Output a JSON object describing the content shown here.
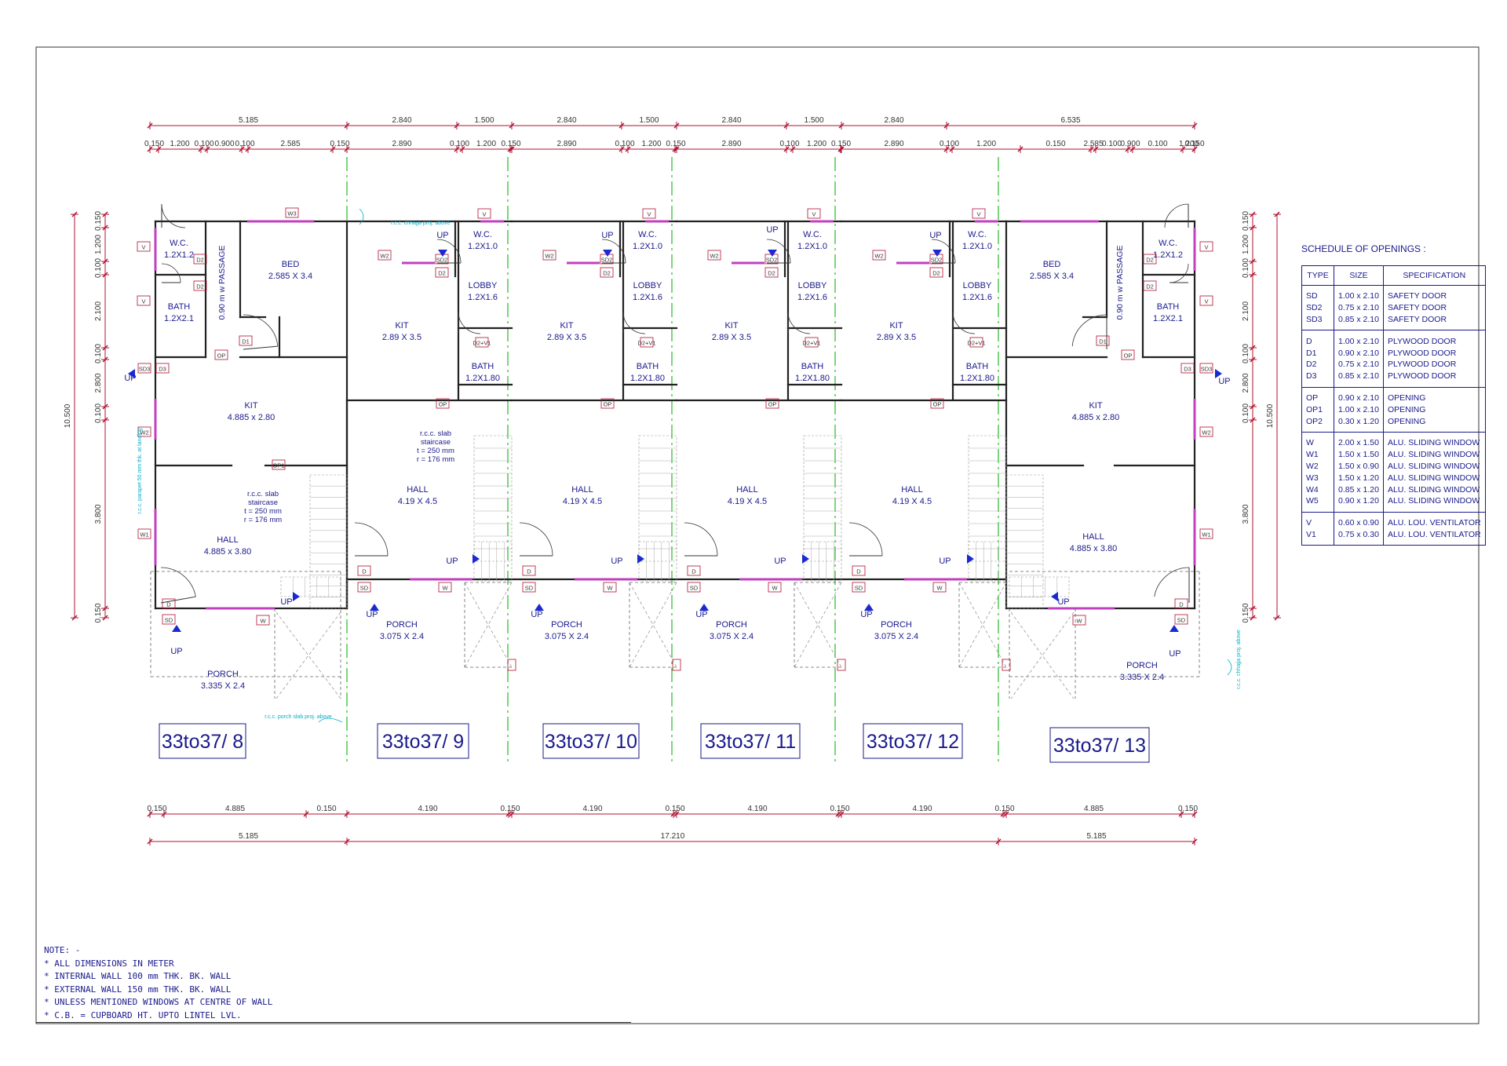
{
  "frame": {
    "color": "#333333"
  },
  "colors": {
    "dim": "#b01030",
    "wall": "#222222",
    "label": "#1a1a8c",
    "center": "#22bb22",
    "window": "#c040c0",
    "cyan": "#00b0c8"
  },
  "top_dims_row1": [
    "5.185",
    "2.840",
    "1.500",
    "2.840",
    "1.500",
    "2.840",
    "1.500",
    "2.840",
    "6.535"
  ],
  "top_dims_row2": [
    "0.150",
    "1.200",
    "0.100",
    "0.900",
    "0.100",
    "2.585",
    "0.150",
    "2.890",
    "0.100",
    "1.200",
    "0.150",
    "2.890",
    "0.100",
    "1.200",
    "0.150",
    "2.890",
    "0.100",
    "1.200",
    "0.150",
    "2.890",
    "0.100",
    "1.200",
    "0.150",
    "2.585",
    "0.100",
    "0.900",
    "0.100",
    "1.200",
    "0.150"
  ],
  "bottom_dims_row1": [
    "0.150",
    "4.885",
    "0.150",
    "4.190",
    "0.150",
    "4.190",
    "0.150",
    "4.190",
    "0.150",
    "4.190",
    "0.150",
    "4.885",
    "0.150"
  ],
  "bottom_dims_row2": [
    "5.185",
    "17.210",
    "5.185"
  ],
  "side_dims": [
    "0.150",
    "1.200",
    "0.100",
    "2.100",
    "0.100",
    "2.800",
    "0.100",
    "3.800",
    "0.150"
  ],
  "side_total": "10.500",
  "units": [
    {
      "label": "33to37/ 8"
    },
    {
      "label": "33to37/ 9"
    },
    {
      "label": "33to37/ 10"
    },
    {
      "label": "33to37/ 11"
    },
    {
      "label": "33to37/ 12"
    },
    {
      "label": "33to37/ 13"
    }
  ],
  "end_rooms": {
    "wc": {
      "name": "W.C.",
      "size": "1.2X1.2"
    },
    "bath": {
      "name": "BATH",
      "size": "1.2X2.1"
    },
    "bed": {
      "name": "BED",
      "size": "2.585 X 3.4"
    },
    "passage": "0.90 m w PASSAGE",
    "kit": {
      "name": "KIT",
      "size": "4.885 x 2.80"
    },
    "hall": {
      "name": "HALL",
      "size": "4.885 x 3.80"
    },
    "porch": {
      "name": "PORCH",
      "size": "3.335 X 2.4"
    },
    "stair": [
      "r.c.c. slab",
      "staircase",
      "t = 250 mm",
      "r = 176 mm"
    ]
  },
  "mid_rooms": {
    "wc": {
      "name": "W.C.",
      "size": "1.2X1.0"
    },
    "lobby": {
      "name": "LOBBY",
      "size": "1.2X1.6"
    },
    "kit": {
      "name": "KIT",
      "size": "2.89 X 3.5"
    },
    "bath": {
      "name": "BATH",
      "size": "1.2X1.80"
    },
    "hall": {
      "name": "HALL",
      "size": "4.19 X 4.5"
    },
    "porch": {
      "name": "PORCH",
      "size": "3.075 X 2.4"
    },
    "stair": [
      "r.c.c. slab",
      "staircase",
      "t = 250 mm",
      "r = 176 mm"
    ]
  },
  "misc_labels": {
    "up": "UP",
    "chhajja": "r.c.c. chhajja proj. above",
    "porch_slab": "r.c.c. porch slab proj. above",
    "parapet": "r.c.c. parapet 50 mm thk. at landing"
  },
  "schedule": {
    "title": "SCHEDULE OF OPENINGS :",
    "headers": [
      "TYPE",
      "SIZE",
      "SPECIFICATION"
    ],
    "groups": [
      [
        [
          "SD",
          "1.00 x 2.10",
          "SAFETY DOOR"
        ],
        [
          "SD2",
          "0.75 x 2.10",
          "SAFETY DOOR"
        ],
        [
          "SD3",
          "0.85 x 2.10",
          "SAFETY DOOR"
        ]
      ],
      [
        [
          "D",
          "1.00 x 2.10",
          "PLYWOOD DOOR"
        ],
        [
          "D1",
          "0.90 x 2.10",
          "PLYWOOD DOOR"
        ],
        [
          "D2",
          "0.75 x 2.10",
          "PLYWOOD DOOR"
        ],
        [
          "D3",
          "0.85 x 2.10",
          "PLYWOOD DOOR"
        ]
      ],
      [
        [
          "OP",
          "0.90 x 2.10",
          "OPENING"
        ],
        [
          "OP1",
          "1.00 x 2.10",
          "OPENING"
        ],
        [
          "OP2",
          "0.30 x 1.20",
          "OPENING"
        ]
      ],
      [
        [
          "W",
          "2.00 x 1.50",
          "ALU. SLIDING WINDOW"
        ],
        [
          "W1",
          "1.50 x 1.50",
          "ALU. SLIDING WINDOW"
        ],
        [
          "W2",
          "1.50 x 0.90",
          "ALU. SLIDING WINDOW"
        ],
        [
          "W3",
          "1.50 x 1.20",
          "ALU. SLIDING WINDOW"
        ],
        [
          "W4",
          "0.85 x 1.20",
          "ALU. SLIDING WINDOW"
        ],
        [
          "W5",
          "0.90 x 1.20",
          "ALU. SLIDING WINDOW"
        ]
      ],
      [
        [
          "V",
          "0.60 x 0.90",
          "ALU. LOU. VENTILATOR"
        ],
        [
          "V1",
          "0.75 x 0.30",
          "ALU. LOU. VENTILATOR"
        ]
      ]
    ]
  },
  "notes": {
    "title": "NOTE: -",
    "lines": [
      "* ALL DIMENSIONS IN METER",
      "* INTERNAL WALL 100 mm THK. BK. WALL",
      "* EXTERNAL WALL 150 mm THK. BK. WALL",
      "* UNLESS MENTIONED WINDOWS AT CENTRE OF WALL",
      "* C.B. = CUPBOARD HT. UPTO LINTEL LVL."
    ]
  }
}
